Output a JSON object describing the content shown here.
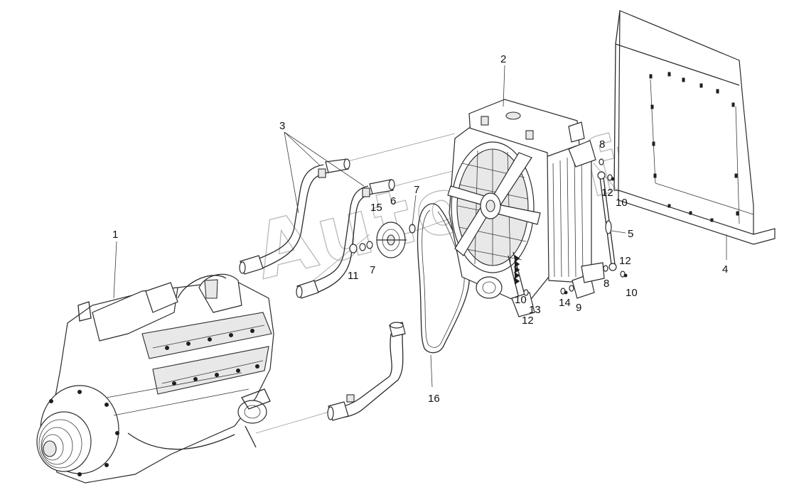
{
  "watermark": "AutoSoft",
  "callouts": [
    {
      "id": "c1",
      "label": "1"
    },
    {
      "id": "c2",
      "label": "2"
    },
    {
      "id": "c3",
      "label": "3"
    },
    {
      "id": "c4",
      "label": "4"
    },
    {
      "id": "c5",
      "label": "5"
    },
    {
      "id": "c6",
      "label": "6"
    },
    {
      "id": "c7a",
      "label": "7"
    },
    {
      "id": "c7b",
      "label": "7"
    },
    {
      "id": "c8a",
      "label": "8"
    },
    {
      "id": "c8b",
      "label": "8"
    },
    {
      "id": "c9",
      "label": "9"
    },
    {
      "id": "c10a",
      "label": "10"
    },
    {
      "id": "c10b",
      "label": "10"
    },
    {
      "id": "c10c",
      "label": "10"
    },
    {
      "id": "c11",
      "label": "11"
    },
    {
      "id": "c12a",
      "label": "12"
    },
    {
      "id": "c12b",
      "label": "12"
    },
    {
      "id": "c12c",
      "label": "12"
    },
    {
      "id": "c13",
      "label": "13"
    },
    {
      "id": "c14",
      "label": "14"
    },
    {
      "id": "c15",
      "label": "15"
    },
    {
      "id": "c16",
      "label": "16"
    }
  ]
}
